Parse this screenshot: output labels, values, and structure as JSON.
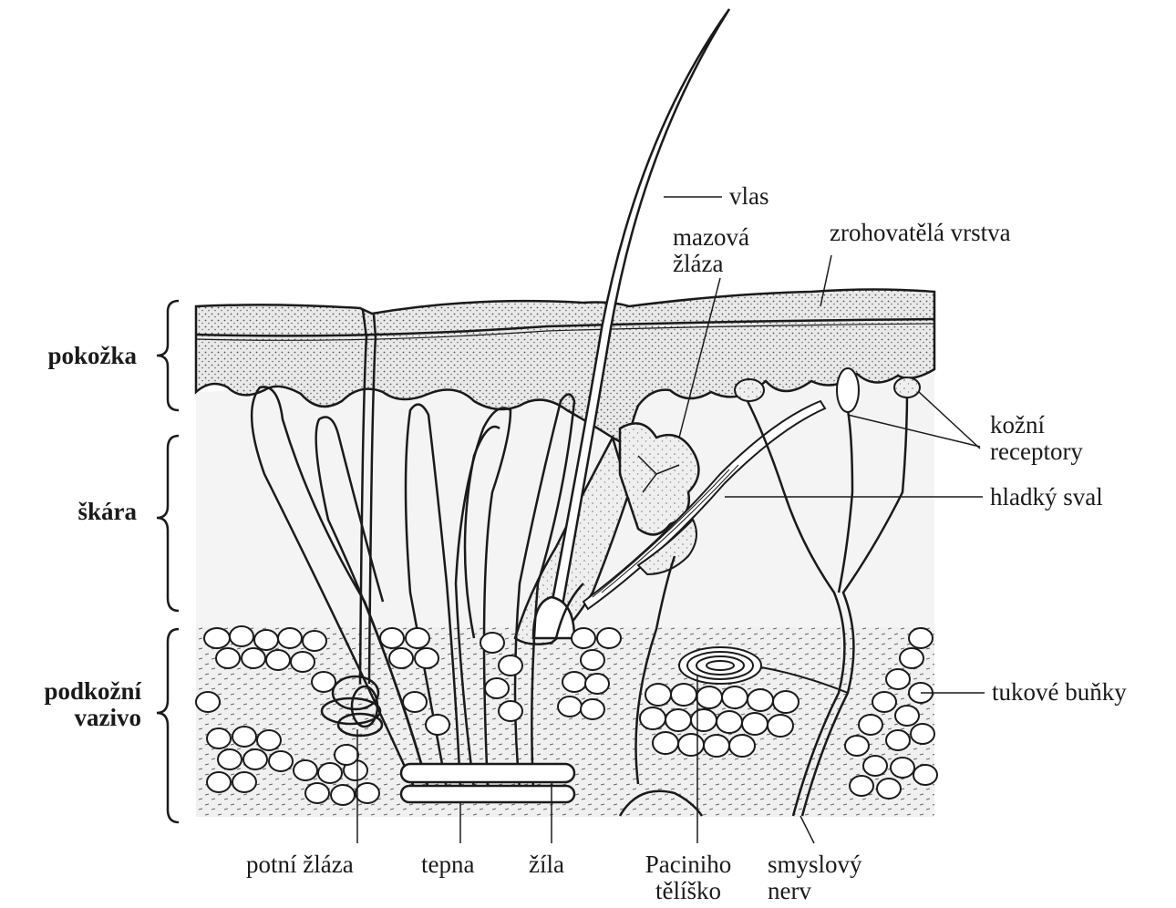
{
  "layers": {
    "epidermis": "pokožka",
    "dermis": "škára",
    "subcutis_line1": "podkožní",
    "subcutis_line2": "vazivo"
  },
  "labels": {
    "hair": "vlas",
    "sebaceous_line1": "mazová",
    "sebaceous_line2": "žláza",
    "stratum_corneum": "zrohovatělá vrstva",
    "receptors_line1": "kožní",
    "receptors_line2": "receptory",
    "smooth_muscle": "hladký sval",
    "fat_cells": "tukové buňky",
    "sweat_gland": "potní žláza",
    "artery": "tepna",
    "vein": "žíla",
    "pacini_line1": "Paciniho",
    "pacini_line2": "tělíško",
    "sensory_line1": "smyslový",
    "sensory_line2": "nerv"
  }
}
